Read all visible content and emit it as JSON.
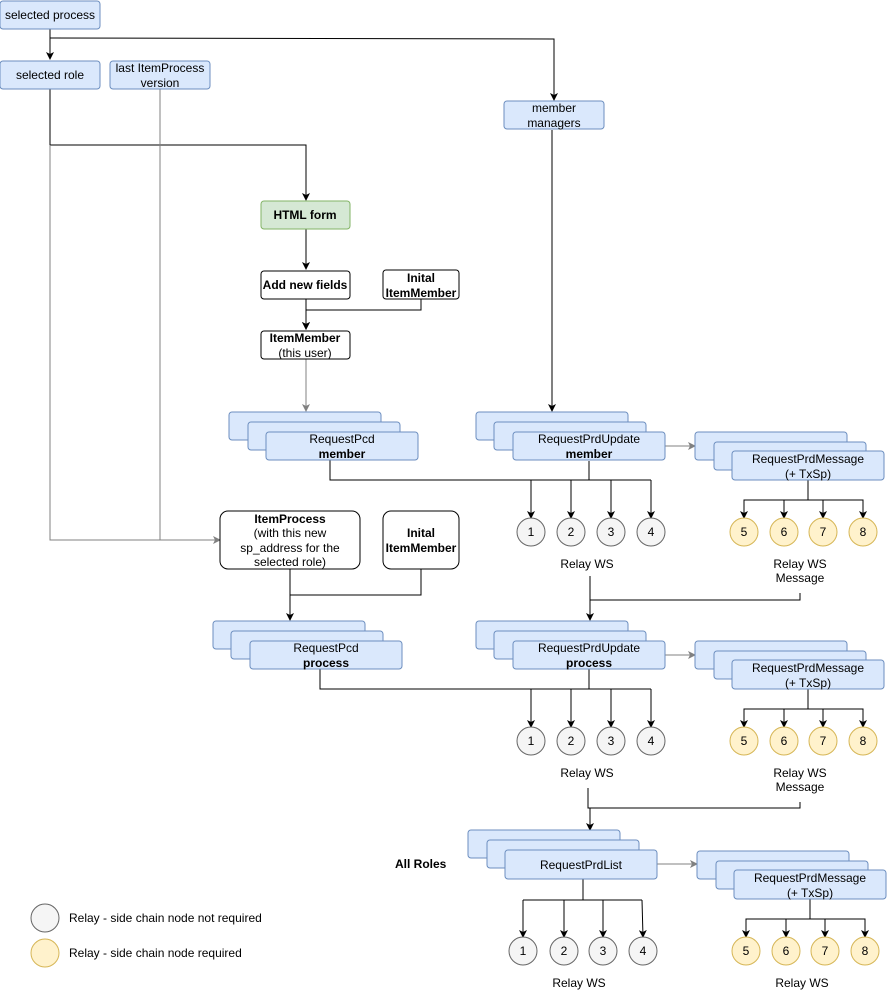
{
  "top": {
    "selected_process": "selected process",
    "selected_role": "selected role",
    "last_itemprocess": [
      "last ItemProcess",
      "version"
    ],
    "member_managers": [
      "member",
      "managers"
    ]
  },
  "member_section": {
    "html_form": "HTML form",
    "add_new_fields": "Add new fields",
    "initial_itemmember": [
      "Inital",
      "ItemMember"
    ],
    "itemmember": [
      "ItemMember",
      "(this user)"
    ],
    "request_pcd": [
      "RequestPcd",
      "member"
    ],
    "request_prd_update": [
      "RequestPrdUpdate",
      "member"
    ],
    "request_prd_message": [
      "RequestPrdMessage",
      "(+ TxSp)"
    ]
  },
  "process_section": {
    "itemprocess": [
      "ItemProcess",
      "(with this new",
      "sp_address for the",
      "selected role)"
    ],
    "initial_itemmember": [
      "Inital",
      "ItemMember"
    ],
    "request_pcd": [
      "RequestPcd",
      "process"
    ],
    "request_prd_update": [
      "RequestPrdUpdate",
      "process"
    ],
    "request_prd_message": [
      "RequestPrdMessage",
      "(+ TxSp)"
    ]
  },
  "all_roles_section": {
    "label": "All Roles",
    "request_prd_list": "RequestPrdList",
    "request_prd_message": [
      "RequestPrdMessage",
      "(+ TxSp)"
    ]
  },
  "relays": {
    "ws_nodes": [
      "1",
      "2",
      "3",
      "4"
    ],
    "msg_nodes": [
      "5",
      "6",
      "7",
      "8"
    ],
    "relay_ws": "Relay WS",
    "relay_ws_message": [
      "Relay WS",
      "Message"
    ]
  },
  "legend": {
    "not_required": "Relay - side chain node not required",
    "required": "Relay - side chain node required"
  },
  "colors": {
    "box_fill": "#dae8fc",
    "box_stroke": "#6c8ebf",
    "green_fill": "#d5e8d4",
    "relay_not_required": "#f5f5f5",
    "relay_required": "#fff2cc"
  }
}
